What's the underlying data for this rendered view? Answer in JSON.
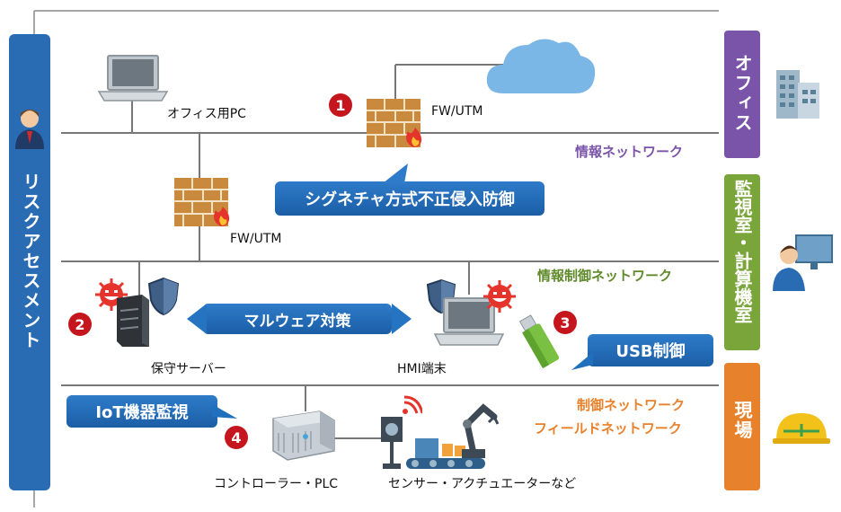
{
  "left_column": {
    "label": "リスクアセスメント"
  },
  "right_column": {
    "office": "オフィス",
    "monitoring": "監視室・計算機室",
    "field": "現場"
  },
  "networks": {
    "info": "情報ネットワーク",
    "info_control": "情報制御ネットワーク",
    "control": "制御ネットワーク",
    "field": "フィールドネットワーク"
  },
  "devices": {
    "office_pc": "オフィス用PC",
    "fw_top": "FW/UTM",
    "fw_mid": "FW/UTM",
    "server": "保守サーバー",
    "hmi": "HMI端末",
    "controller": "コントローラー・PLC",
    "sensors": "センサー・アクチュエーターなど"
  },
  "callouts": {
    "ips": "シグネチャ方式不正侵入防御",
    "malware": "マルウェア対策",
    "usb": "USB制御",
    "iot": "IoT機器監視"
  },
  "numbers": {
    "n1": "1",
    "n2": "2",
    "n3": "3",
    "n4": "4"
  },
  "colors": {
    "office": "#7a54a8",
    "monitoring": "#7aa53a",
    "field": "#e8812b",
    "left_bar": "#2a6cb4",
    "callout": "#1f66b0",
    "marker": "#c4161c"
  }
}
